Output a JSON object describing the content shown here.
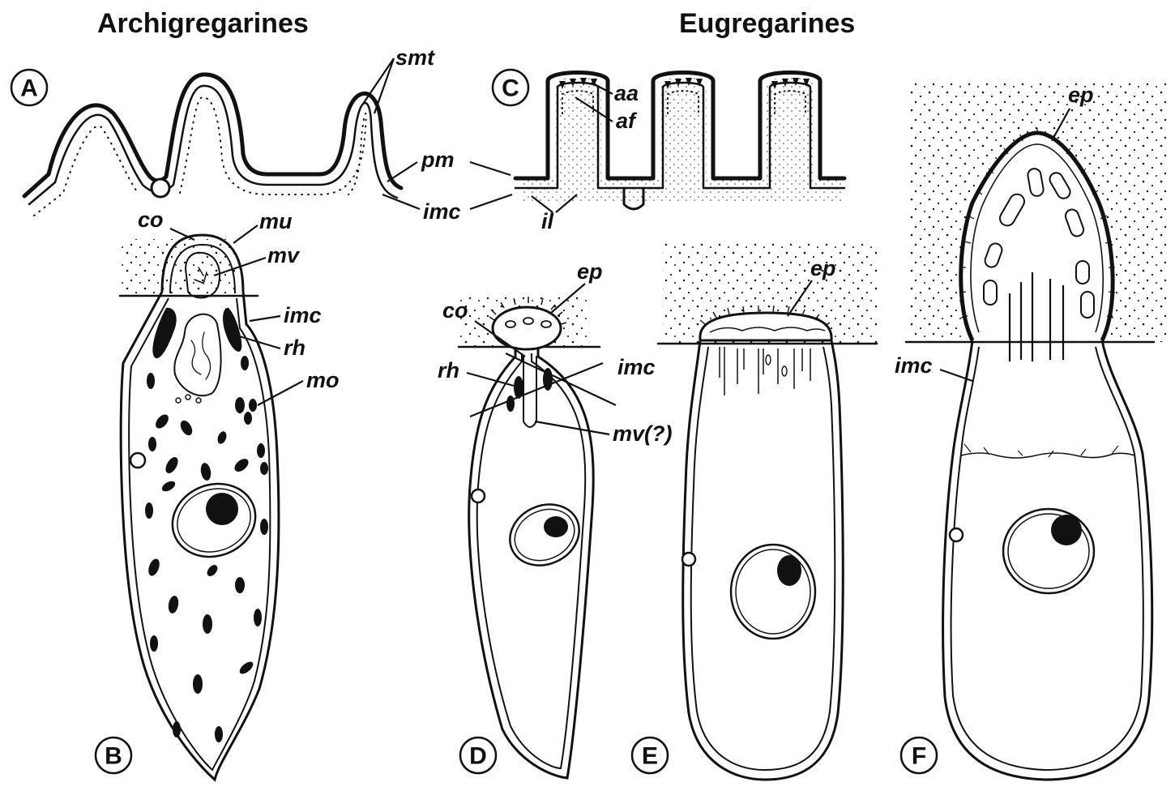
{
  "headings": {
    "left": "Archigregarines",
    "right": "Eugregarines"
  },
  "panels": [
    "A",
    "B",
    "C",
    "D",
    "E",
    "F"
  ],
  "labels": {
    "a_smt": "smt",
    "a_pm": "pm",
    "a_imc": "imc",
    "b_co": "co",
    "b_mu": "mu",
    "b_mv": "mv",
    "b_imc": "imc",
    "b_rh": "rh",
    "b_mo": "mo",
    "c_aa": "aa",
    "c_af": "af",
    "c_il": "il",
    "d_ep": "ep",
    "d_co": "co",
    "d_rh": "rh",
    "d_imc": "imc",
    "d_mv": "mv(?)",
    "e_ep": "ep",
    "f_ep": "ep",
    "f_imc": "imc"
  },
  "colors": {
    "ink": "#111111",
    "paper": "#ffffff"
  }
}
